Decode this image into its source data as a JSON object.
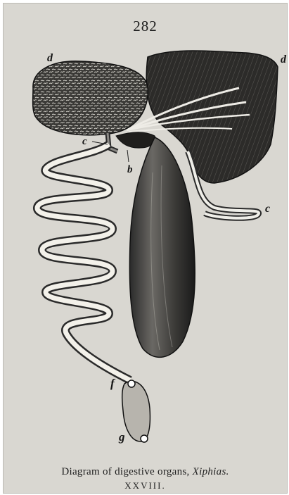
{
  "page_number": "282",
  "figure": {
    "labels": {
      "d_left": "d",
      "d_right": "d",
      "c_left": "c",
      "b": "b",
      "c_right": "c",
      "f": "f",
      "g": "g"
    }
  },
  "caption": {
    "text": "Diagram of digestive organs, ",
    "species": "Xiphias.",
    "plate": "XXVIII."
  },
  "colors": {
    "paper": "#d9d7d1",
    "ink": "#1c1c1c"
  }
}
